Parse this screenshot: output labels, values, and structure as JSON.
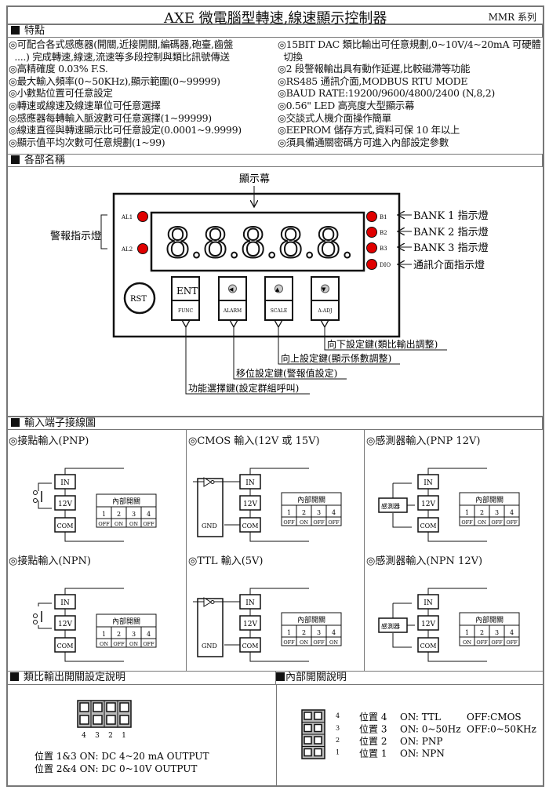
{
  "title": {
    "main": "AXE 微電腦型轉速,線速顯示控制器",
    "series": "MMR 系列"
  },
  "features": {
    "header": "特點",
    "left": [
      "◎可配合各式感應器(開關,近接開關,編碼器,砲臺,齒盤",
      "  ....) 完成轉速,線速,流速等多段控制與類比訊號傳送",
      "◎高精確度 0.03% F.S.",
      "◎最大輸入頻率(0~50KHz),顯示範圍(0~99999)",
      "◎小數點位置可任意設定",
      "◎轉速或線速及線速單位可任意選擇",
      "◎感應器每轉輸入脈波數可任意選擇(1~99999)",
      "◎線速直徑與轉速顯示比可任意設定(0.0001~9.9999)",
      "◎顯示值平均次數可任意規劃(1~99)"
    ],
    "right": [
      "◎15BIT DAC 類比輸出可任意規劃,0~10V/4~20mA 可硬體",
      "  切換",
      "◎2 段警報輸出具有動作延遲,比較磁滯等功能",
      "◎RS485 通訊介面,MODBUS RTU MODE",
      "◎BAUD RATE:19200/9600/4800/2400 (N,8,2)",
      "◎0.56\" LED 高亮度大型顯示幕",
      "◎交談式人機介面操作簡單",
      "◎EEPROM 儲存方式,資料可保 10 年以上",
      "◎須具備通關密碼方可進入內部設定參數"
    ]
  },
  "parts": {
    "header": "各部名稱",
    "display_label": "顯示幕",
    "display_digits": "8.8.8.8.8.",
    "alarm_label": "警報指示燈",
    "al1": "AL1",
    "al2": "AL2",
    "b1": "B1",
    "b2": "B2",
    "b3": "B3",
    "dio": "DIO",
    "bank1": "BANK 1 指示燈",
    "bank2": "BANK 2 指示燈",
    "bank3": "BANK 3 指示燈",
    "comm": "通訊介面指示燈",
    "rst": "RST",
    "keys": [
      {
        "top": "ENT",
        "bottom": "FUNC"
      },
      {
        "top": "◀",
        "bottom": "ALARM"
      },
      {
        "top": "▲",
        "bottom": "SCALE"
      },
      {
        "top": "▼",
        "bottom": "A-ADJ"
      }
    ],
    "callouts": [
      "向下設定鍵(類比輸出調整)",
      "向上設定鍵(顯示係數調整)",
      "移位設定鍵(警報值設定)",
      "功能選擇鍵(設定群組呼叫)"
    ],
    "led_color": "#e00000"
  },
  "wiring": {
    "header": "輸入端子接線圖",
    "switch_title": "內部開關",
    "terminals": [
      "IN",
      "12V",
      "COM"
    ],
    "gnd": "GND",
    "sensor": "感測器",
    "switch_nums": [
      "1",
      "2",
      "3",
      "4"
    ],
    "panels": [
      {
        "title": "◎接點輸入(PNP)",
        "type": "contact",
        "states": [
          "OFF",
          "ON",
          "ON",
          "OFF"
        ]
      },
      {
        "title": "◎CMOS 輸入(12V 或 15V)",
        "type": "gate",
        "states": [
          "OFF",
          "ON",
          "OFF",
          "OFF"
        ]
      },
      {
        "title": "◎感測器輸入(PNP 12V)",
        "type": "sensor",
        "states": [
          "OFF",
          "ON",
          "OFF",
          "OFF"
        ]
      },
      {
        "title": "◎接點輸入(NPN)",
        "type": "contact",
        "states": [
          "ON",
          "OFF",
          "ON",
          "OFF"
        ]
      },
      {
        "title": "◎TTL 輸入(5V)",
        "type": "gate",
        "states": [
          "OFF",
          "ON",
          "OFF",
          "ON"
        ]
      },
      {
        "title": "◎感測器輸入(NPN 12V)",
        "type": "sensor",
        "states": [
          "ON",
          "OFF",
          "OFF",
          "OFF"
        ]
      }
    ]
  },
  "analog": {
    "header": "類比輸出開關設定說明",
    "nums": [
      "4",
      "3",
      "2",
      "1"
    ],
    "lines": [
      "位置 1&3 ON: DC 4~20 mA OUTPUT",
      "位置 2&4 ON: DC 0~10V OUTPUT"
    ]
  },
  "internal": {
    "header": "內部開關說明",
    "rows": [
      {
        "num": "4",
        "pos": "位置 4",
        "on": "ON: TTL",
        "off": "OFF:CMOS"
      },
      {
        "num": "3",
        "pos": "位置 3",
        "on": "ON: 0~50Hz",
        "off": "OFF:0~50KHz"
      },
      {
        "num": "2",
        "pos": "位置 2",
        "on": "ON: PNP",
        "off": ""
      },
      {
        "num": "1",
        "pos": "位置 1",
        "on": "ON: NPN",
        "off": ""
      }
    ]
  }
}
